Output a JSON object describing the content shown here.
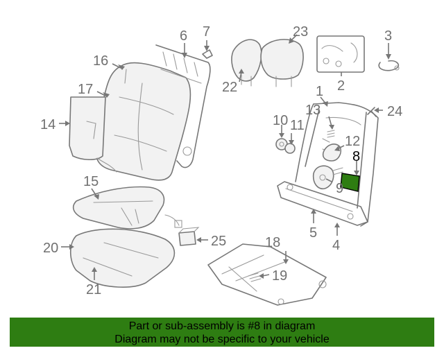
{
  "callouts": [
    "1",
    "2",
    "3",
    "4",
    "5",
    "6",
    "7",
    "8",
    "9",
    "10",
    "11",
    "12",
    "13",
    "14",
    "15",
    "16",
    "17",
    "18",
    "19",
    "20",
    "21",
    "22",
    "23",
    "24",
    "25"
  ],
  "highlighted_part": "8",
  "highlight_color": "#2e7d12",
  "banner": {
    "line1": "Part or sub-assembly is #8 in diagram",
    "line2": "Diagram may not be specific to your vehicle",
    "background": "#2e7d12"
  }
}
